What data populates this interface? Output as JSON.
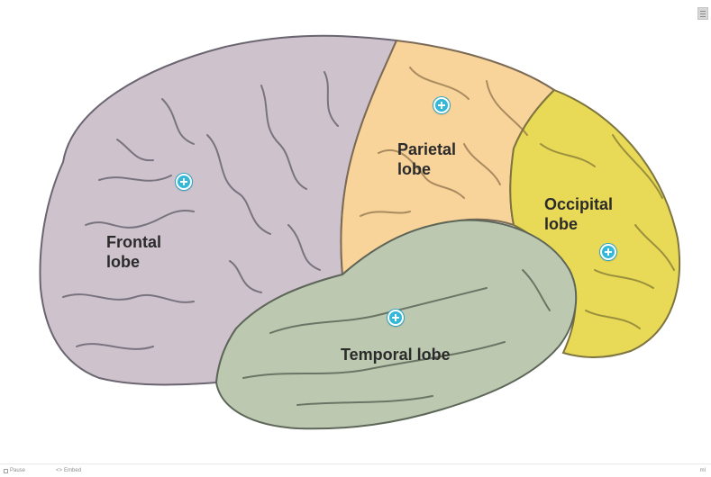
{
  "image": {
    "subject": "lateral view of the brain",
    "colors": {
      "frontal": "#cec2cd",
      "parietal": "#f8d39a",
      "occipital": "#e8d957",
      "temporal": "#bcc9b0",
      "hotspot": "#34b8d8",
      "outline": "#5c5a66"
    }
  },
  "lobes": [
    {
      "id": "frontal",
      "label": "Frontal\nlobe"
    },
    {
      "id": "parietal",
      "label": "Parietal\nlobe"
    },
    {
      "id": "occipital",
      "label": "Occipital\nlobe"
    },
    {
      "id": "temporal",
      "label": "Temporal lobe"
    }
  ],
  "hotspots": [
    {
      "id": "frontal",
      "icon": "plus-circle-icon"
    },
    {
      "id": "parietal",
      "icon": "plus-circle-icon"
    },
    {
      "id": "occipital",
      "icon": "plus-circle-icon"
    },
    {
      "id": "temporal",
      "icon": "plus-circle-icon"
    }
  ],
  "footer": {
    "pause_label": "Pause",
    "embed_label": "Embed",
    "right_text": "ml"
  },
  "corner_menu": {
    "icon": "menu-icon"
  }
}
